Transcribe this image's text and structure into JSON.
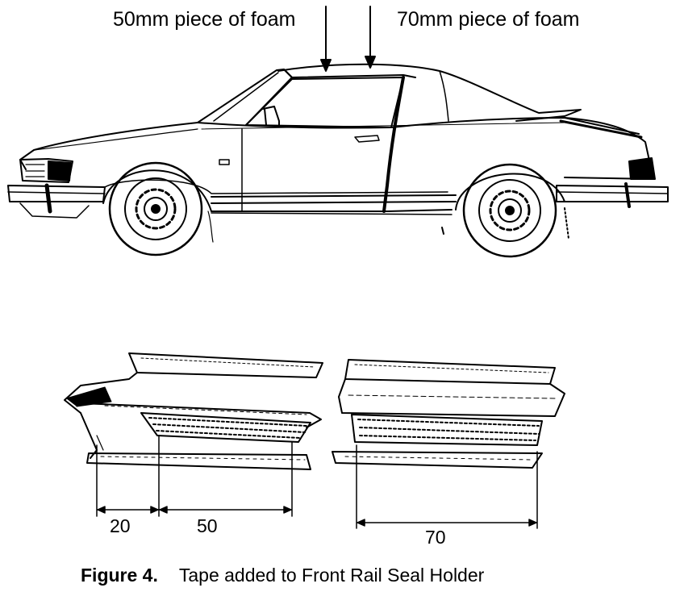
{
  "labels": {
    "foam_50": "50mm piece of foam",
    "foam_70": "70mm piece of foam"
  },
  "dimensions": {
    "d20": "20",
    "d50": "50",
    "d70": "70"
  },
  "caption": {
    "figure": "Figure 4.",
    "text": "Tape added to Front Rail Seal Holder"
  },
  "colors": {
    "ink": "#000000",
    "paper": "#ffffff"
  }
}
